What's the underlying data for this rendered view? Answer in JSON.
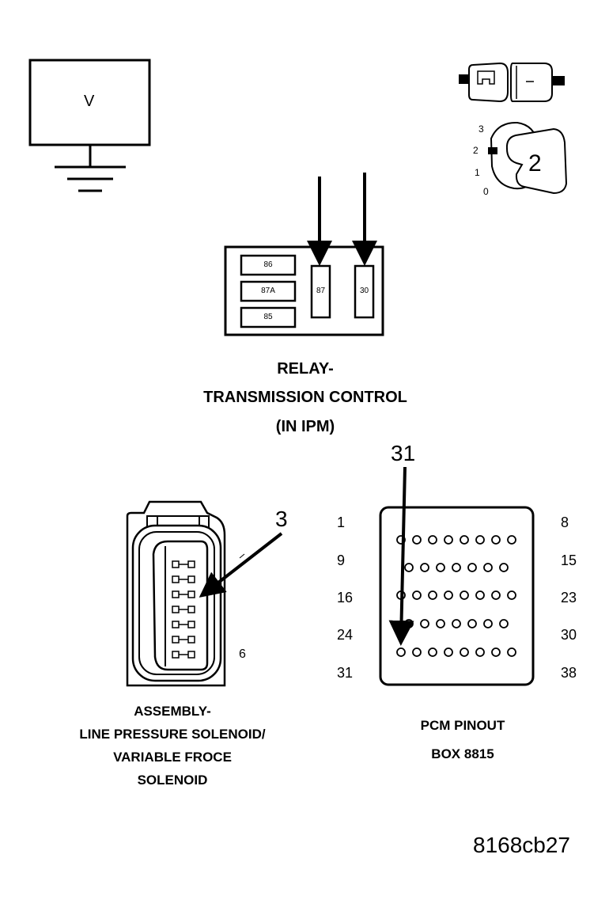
{
  "voltmeter": {
    "symbol": "V"
  },
  "ignition": {
    "positions": [
      "3",
      "2",
      "1",
      "0"
    ],
    "selected": "2"
  },
  "relay": {
    "pins_left": [
      "86",
      "87A",
      "85"
    ],
    "pins_right": [
      "87",
      "30"
    ],
    "title": [
      "RELAY-",
      "TRANSMISSION CONTROL",
      "(IN IPM)"
    ]
  },
  "solenoid": {
    "callout": "3",
    "pin_end": "6",
    "title": [
      "ASSEMBLY-",
      "LINE PRESSURE SOLENOID/",
      "VARIABLE FROCE",
      "SOLENOID"
    ]
  },
  "pcm": {
    "callout": "31",
    "row_labels_left": [
      "1",
      "9",
      "16",
      "24",
      "31"
    ],
    "row_labels_right": [
      "8",
      "15",
      "23",
      "30",
      "38"
    ],
    "title": [
      "PCM PINOUT",
      "BOX 8815"
    ]
  },
  "figure_id": "8168cb27"
}
